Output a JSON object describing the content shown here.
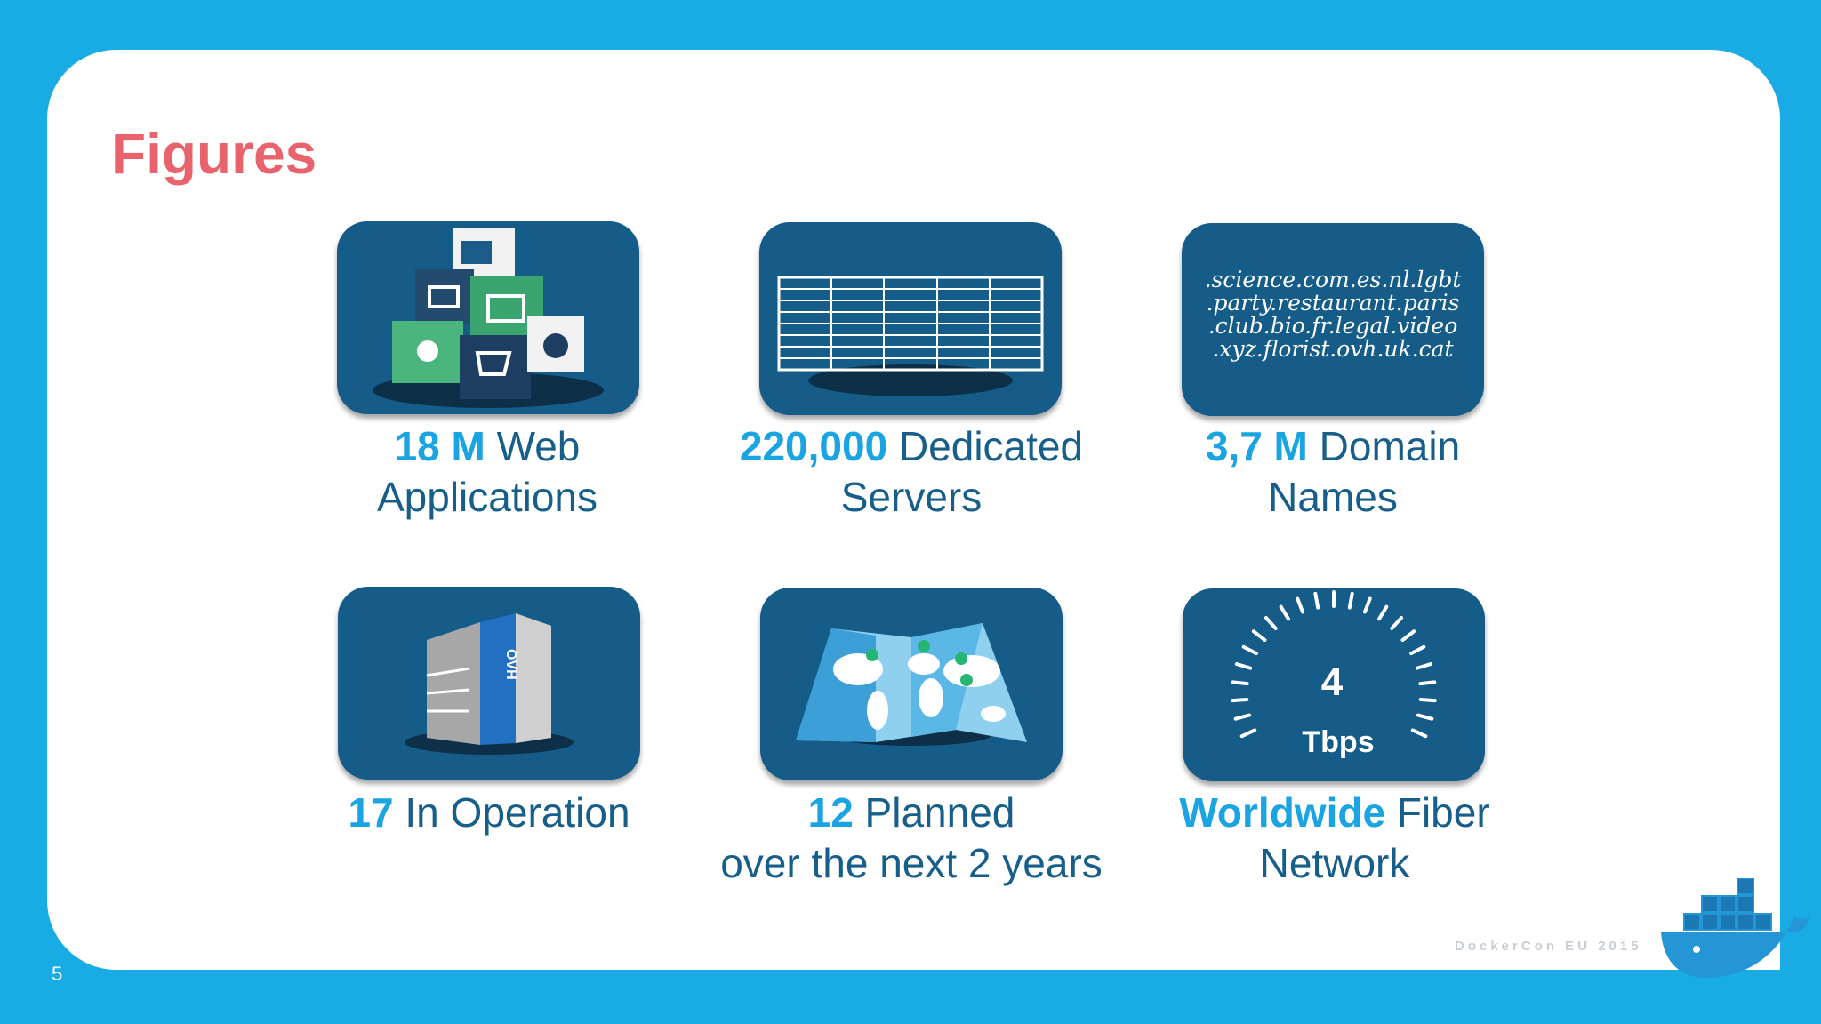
{
  "slide": {
    "title": "Figures",
    "page_number": "5",
    "footer": "DockerCon EU 2015"
  },
  "colors": {
    "background": "#19ace4",
    "title": "#e8636b",
    "tile": "#155c88",
    "highlight": "#1aa5e2",
    "text": "#175f8a"
  },
  "figures": [
    {
      "id": "web-apps",
      "icon": "cubes-icon",
      "line1_highlight": "18 M",
      "line1_rest": " Web",
      "line2": "Applications"
    },
    {
      "id": "servers",
      "icon": "server-rack-icon",
      "line1_highlight": "220,000",
      "line1_rest": " Dedicated",
      "line2": "Servers"
    },
    {
      "id": "domains",
      "icon": "domain-cloud-icon",
      "line1_highlight": "3,7 M",
      "line1_rest": " Domain",
      "line2": "Names",
      "tld_lines": [
        ".science.com.es.nl.lgbt",
        ".party.restaurant.paris",
        ".club.bio.fr.legal.video",
        ".xyz.florist.ovh.uk.cat"
      ]
    },
    {
      "id": "datacenters",
      "icon": "datacenter-building-icon",
      "line1_highlight": "17",
      "line1_rest": " In Operation",
      "line2": "",
      "building_label": "OVH"
    },
    {
      "id": "planned",
      "icon": "world-map-icon",
      "line1_highlight": "12",
      "line1_rest": " Planned",
      "line2": "over the next 2 years"
    },
    {
      "id": "network",
      "icon": "speedometer-icon",
      "line1_highlight": "Worldwide",
      "line1_rest": " Fiber",
      "line2": "Network",
      "gauge_value": "4",
      "gauge_unit": "Tbps"
    }
  ]
}
